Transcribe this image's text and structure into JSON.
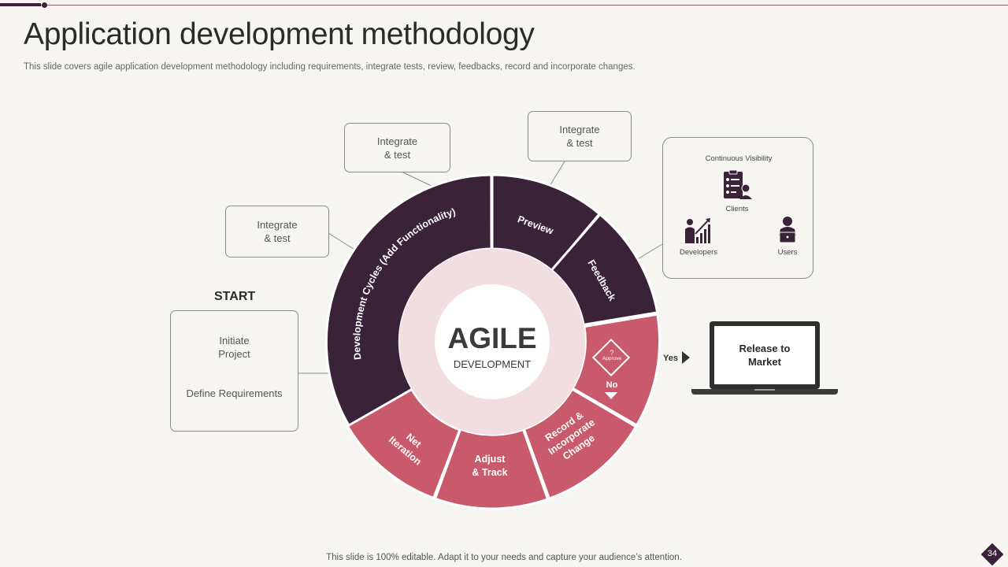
{
  "title": "Application development methodology",
  "subtitle": "This slide covers agile application development methodology including requirements, integrate tests, review, feedbacks, record and incorporate changes.",
  "start_label": "START",
  "start_box": {
    "line1": "Initiate",
    "line2": "Project",
    "line3": "Define Requirements"
  },
  "callouts": [
    {
      "line1": "Integrate",
      "line2": "& test"
    },
    {
      "line1": "Integrate",
      "line2": "& test"
    },
    {
      "line1": "Integrate",
      "line2": "& test"
    }
  ],
  "wheel": {
    "center_title": "AGILE",
    "center_subtitle": "DEVELOPMENT",
    "segments": {
      "dev_cycles": "Development Cycles (Add Functionality)",
      "preview": "Preview",
      "feedback": "Feedback",
      "approve": "Approve",
      "no": "No",
      "record_1": "Record &",
      "record_2": "Incorporate",
      "record_3": "Change",
      "adjust_1": "Adjust",
      "adjust_2": "& Track",
      "net_1": "Net",
      "net_2": "Iteration"
    }
  },
  "visibility": {
    "title": "Continuous Visibility",
    "clients": "Clients",
    "developers": "Developers",
    "users": "Users"
  },
  "yes_label": "Yes",
  "release": {
    "line1": "Release to",
    "line2": "Market"
  },
  "footer": "This slide is 100% editable. Adapt it to your needs and capture your audience’s attention.",
  "page_number": "34",
  "colors": {
    "dark": "#3a2338",
    "accent": "#c85a6c",
    "inner_ring": "#f2dde1"
  },
  "icons": [
    "clipboard-person-icon",
    "growth-chart-person-icon",
    "user-laptop-icon",
    "play-arrow-icon",
    "down-arrow-icon",
    "laptop-icon"
  ]
}
